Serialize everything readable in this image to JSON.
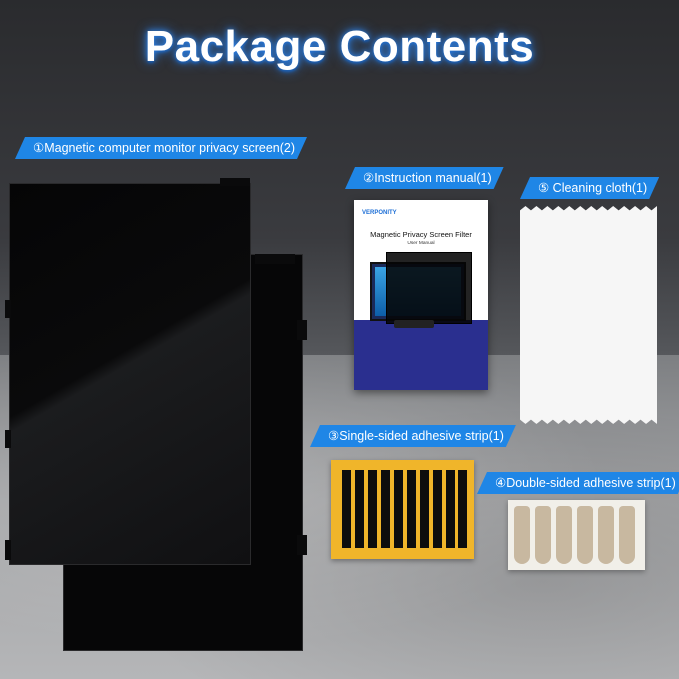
{
  "title": "Package Contents",
  "items": [
    {
      "label": "①Magnetic computer monitor privacy screen(2)"
    },
    {
      "label": "②Instruction manual(1)"
    },
    {
      "label": "⑤ Cleaning cloth(1)"
    },
    {
      "label": "③Single-sided adhesive strip(1)"
    },
    {
      "label": "④Double-sided adhesive strip(1)"
    }
  ],
  "manual": {
    "brand": "VERPONITY",
    "title": "Magnetic Privacy Screen Filter",
    "subtitle": "User Manual"
  },
  "colors": {
    "label_bg": "#1f86e6",
    "title_glow": "#2f7fe0",
    "strip_sheet": "#f0b52a"
  }
}
